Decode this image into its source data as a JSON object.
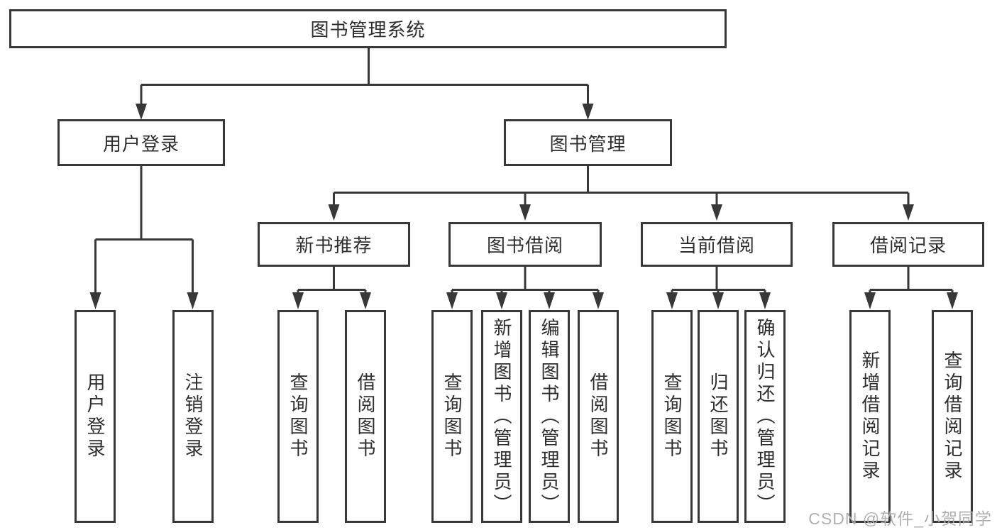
{
  "diagram": {
    "root": {
      "label": "图书管理系统",
      "children": [
        {
          "label": "用户登录",
          "children": [
            {
              "label": "用户登录"
            },
            {
              "label": "注销登录"
            }
          ]
        },
        {
          "label": "图书管理",
          "children": [
            {
              "label": "新书推荐",
              "children": [
                {
                  "label": "查询图书"
                },
                {
                  "label": "借阅图书"
                }
              ]
            },
            {
              "label": "图书借阅",
              "children": [
                {
                  "label": "查询图书"
                },
                {
                  "label": "新增图书（管理员）"
                },
                {
                  "label": "编辑图书（管理员）"
                },
                {
                  "label": "借阅图书"
                }
              ]
            },
            {
              "label": "当前借阅",
              "children": [
                {
                  "label": "查询图书"
                },
                {
                  "label": "归还图书"
                },
                {
                  "label": "确认归还（管理员）"
                }
              ]
            },
            {
              "label": "借阅记录",
              "children": [
                {
                  "label": "新增借阅记录"
                },
                {
                  "label": "查询借阅记录"
                }
              ]
            }
          ]
        }
      ]
    }
  },
  "watermark": {
    "text": "CSDN @软件_小贺同学"
  },
  "colors": {
    "line": "#383838",
    "text": "#2e2e2e",
    "background": "#ffffff",
    "watermark": "#acacac"
  }
}
